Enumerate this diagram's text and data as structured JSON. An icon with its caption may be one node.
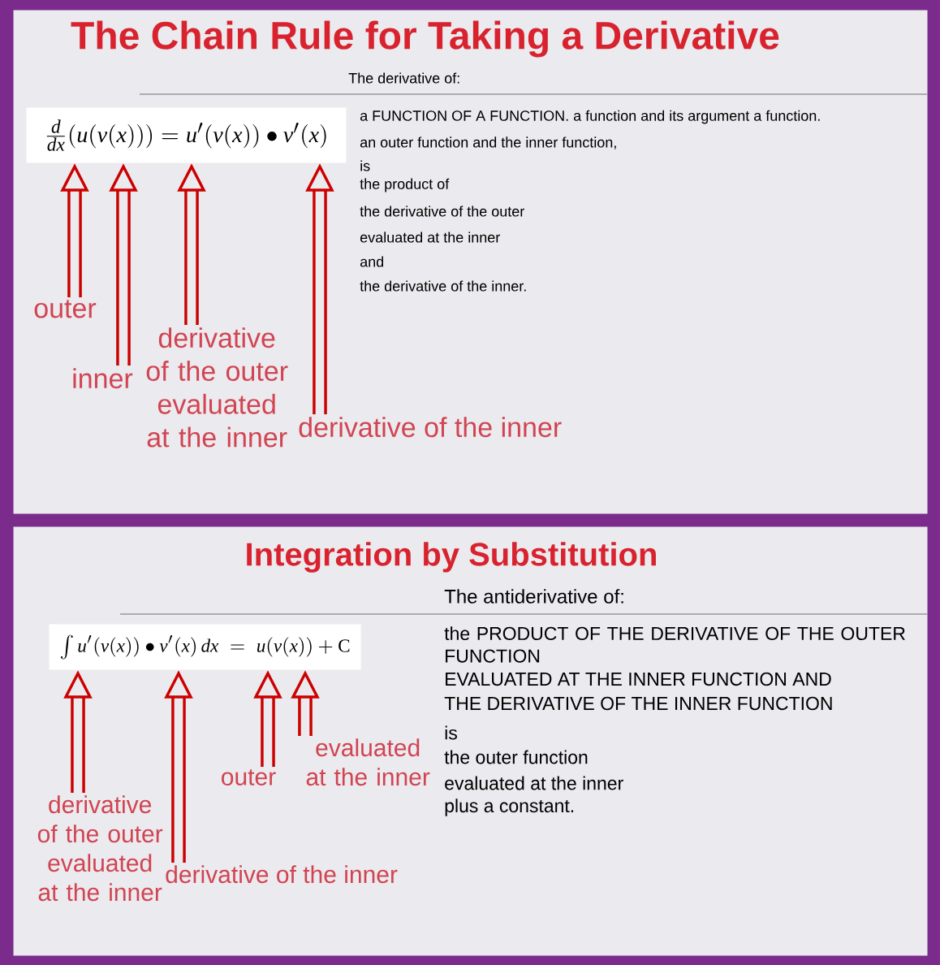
{
  "diagram": {
    "nodes": [
      {
        "text": [
          "The Chain Rule for Taking a Derivative",
          "The derivative of:",
          "a FUNCTION OF A FUNCTION. a function and its argument a function.",
          "an outer function and the inner function,",
          "is",
          "the product of",
          "the derivative of the outer",
          "evaluated at the inner",
          "and",
          "the derivative of the inner."
        ]
      },
      {
        "text": [
          "\\frac{d}{dx}(u(v(x)))=u'(v(x))\\bullet v'(x)"
        ],
        "in": 0
      },
      {
        "text": [
          "outer"
        ],
        "in": 0
      },
      {
        "text": [
          "inner"
        ],
        "in": 0
      },
      {
        "text": [
          "derivative of the outer evaluated at the inner"
        ],
        "in": 0
      },
      {
        "text": [
          "derivative of the inner"
        ],
        "in": 0
      },
      {
        "text": [
          "Integration by Substitution",
          "The antiderivative of:",
          "the PRODUCT OF THE DERIVATIVE OF THE OUTER FUNCTION",
          "EVALUATED AT THE INNER FUNCTION AND",
          "THE DERIVATIVE OF THE INNER FUNCTION",
          "is",
          "the outer function",
          "evaluated at the inner",
          "plus a constant."
        ]
      },
      {
        "text": [
          "\\int u'(v(x))\\bullet v'(x)\\,dx \\;=\\; u(v(x))+\\mathrm{C}"
        ],
        "in": 6
      },
      {
        "text": [
          "derivative of the outer evaluated at the inner"
        ],
        "in": 6
      },
      {
        "text": [
          "derivative of the inner"
        ],
        "in": 6
      },
      {
        "text": [
          "outer"
        ],
        "in": 6
      },
      {
        "text": [
          "evaluated at the inner"
        ],
        "in": 6
      }
    ],
    "edges": [
      {
        "from": 2,
        "to": 1,
        "arrow": "to"
      },
      {
        "from": 3,
        "to": 1,
        "arrow": "to"
      },
      {
        "from": 4,
        "to": 1,
        "arrow": "to"
      },
      {
        "from": 5,
        "to": 1,
        "arrow": "to"
      },
      {
        "from": 8,
        "to": 7,
        "arrow": "to"
      },
      {
        "from": 9,
        "to": 7,
        "arrow": "to"
      },
      {
        "from": 10,
        "to": 7,
        "arrow": "to"
      },
      {
        "from": 11,
        "to": 7,
        "arrow": "to"
      }
    ]
  }
}
